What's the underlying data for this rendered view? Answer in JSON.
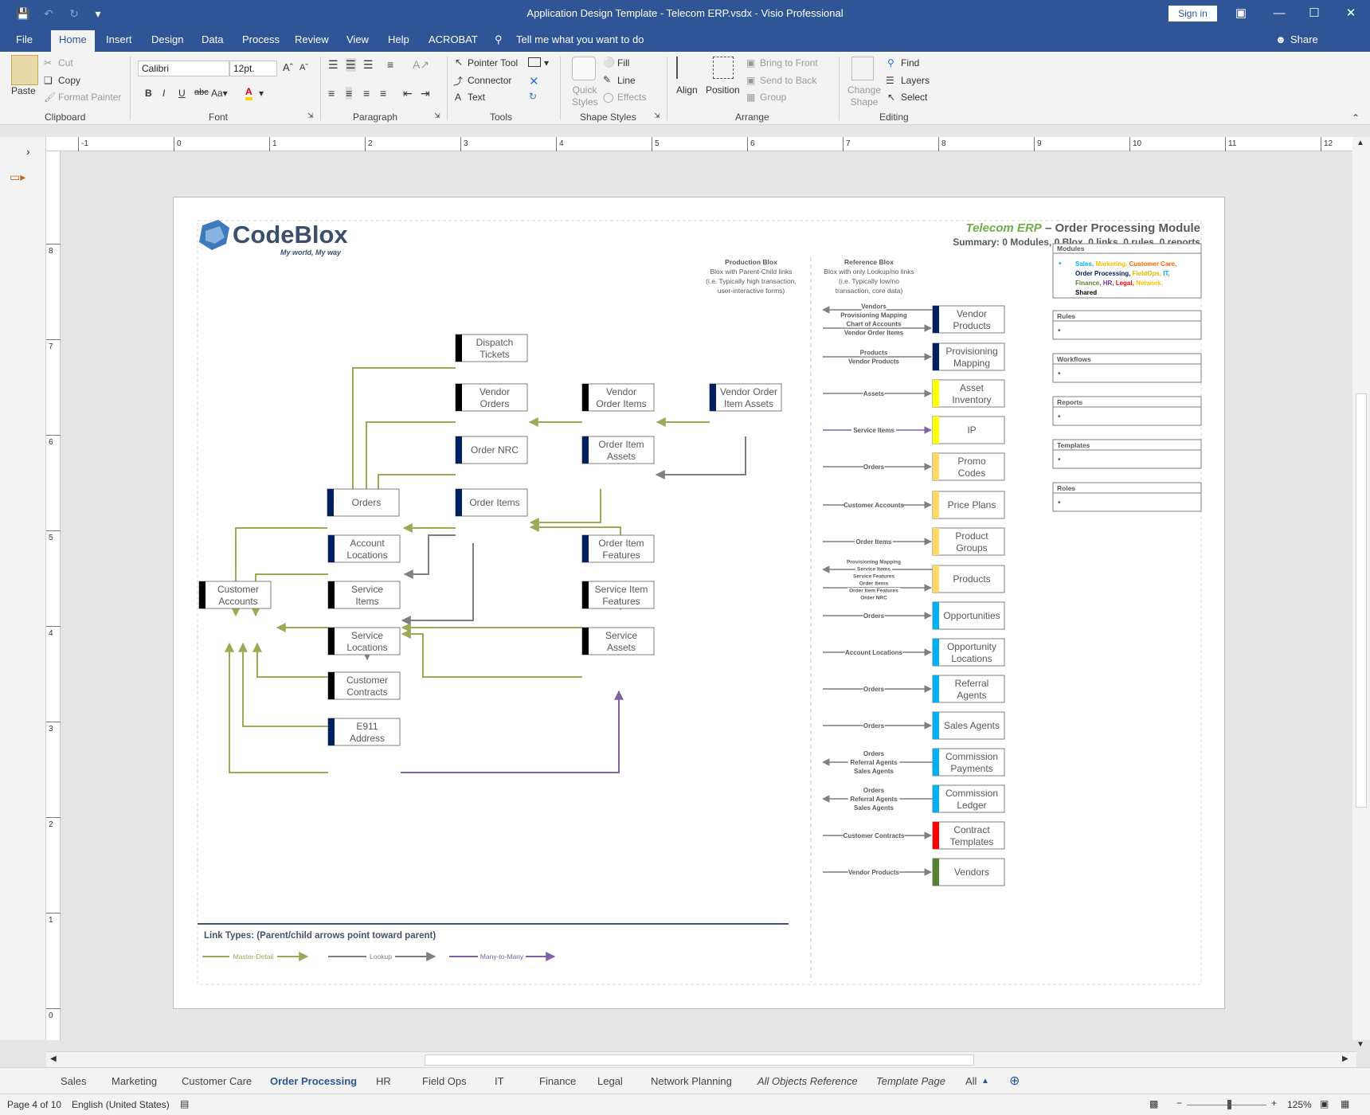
{
  "window": {
    "title": "Application Design Template - Telecom ERP.vsdx - Visio Professional",
    "sign_in": "Sign in",
    "share": "Share"
  },
  "menu": {
    "file": "File",
    "home": "Home",
    "insert": "Insert",
    "design": "Design",
    "data": "Data",
    "process": "Process",
    "review": "Review",
    "view": "View",
    "help": "Help",
    "acrobat": "ACROBAT",
    "tell": "Tell me what you want to do"
  },
  "ribbon": {
    "paste": "Paste",
    "cut": "Cut",
    "copy": "Copy",
    "format_painter": "Format Painter",
    "clipboard": "Clipboard",
    "font_name": "Calibri",
    "font_size": "12pt.",
    "font": "Font",
    "paragraph": "Paragraph",
    "pointer_tool": "Pointer Tool",
    "connector": "Connector",
    "text": "Text",
    "tools": "Tools",
    "quick_styles": "Quick Styles",
    "fill": "Fill",
    "line": "Line",
    "effects": "Effects",
    "shape_styles": "Shape Styles",
    "align": "Align",
    "position": "Position",
    "bring_to_front": "Bring to Front",
    "send_to_back": "Send to Back",
    "group": "Group",
    "arrange": "Arrange",
    "change_shape": "Change Shape",
    "find": "Find",
    "layers": "Layers",
    "select": "Select",
    "editing": "Editing"
  },
  "diagram": {
    "logo": "CodeBlox",
    "tagline": "My world, My way",
    "title_app": "Telecom ERP",
    "title_rest": " – Order Processing Module",
    "summary": "Summary:  0 Modules, 0 Blox, 0 links, 0 rules, 0 reports",
    "production_head": "Production Blox",
    "production_desc1": "Blox with Parent-Child links",
    "production_desc2": "(i.e. Typically high transaction,",
    "production_desc3": "user-interactive forms)",
    "reference_head": "Reference Blox",
    "reference_desc1": "Blox with only Lookup/no links",
    "reference_desc2": "(i.e. Typically low/no",
    "reference_desc3": "transaction, core data)",
    "panels": {
      "modules": "Modules",
      "rules": "Rules",
      "workflows": "Workflows",
      "reports": "Reports",
      "templates": "Templates",
      "roles": "Roles",
      "bullet": "•"
    },
    "modules_list": [
      {
        "t": "Sales",
        "c": "#00b0f0"
      },
      {
        "t": "Marketing",
        "c": "#ffc000"
      },
      {
        "t": "Customer Care",
        "c": "#ff6600"
      },
      {
        "t": "Order Processing",
        "c": "#002060"
      },
      {
        "t": "FieldOps",
        "c": "#e6b800"
      },
      {
        "t": "IT",
        "c": "#00b0f0"
      },
      {
        "t": "Finance",
        "c": "#548235"
      },
      {
        "t": "HR",
        "c": "#7030a0"
      },
      {
        "t": "Legal",
        "c": "#ff0000"
      },
      {
        "t": "Network",
        "c": "#ffc000"
      },
      {
        "t": "Shared",
        "c": "#000000"
      }
    ],
    "link_types_title": "Link Types: (Parent/child arrows point toward parent)",
    "link_master": "Master-Detail",
    "link_lookup": "Lookup",
    "link_many": "Many-to-Many",
    "colors": {
      "master": "#9aaa55",
      "lookup": "#7f7f7f",
      "many": "#7f63a6",
      "navy": "#002060",
      "black": "#000000"
    },
    "production_boxes": [
      {
        "id": "dispatch",
        "l1": "Dispatch",
        "l2": "Tickets",
        "bar": "#000000"
      },
      {
        "id": "vendor_orders",
        "l1": "Vendor",
        "l2": "Orders",
        "bar": "#000000"
      },
      {
        "id": "vendor_order_items",
        "l1": "Vendor",
        "l2": "Order Items",
        "bar": "#000000"
      },
      {
        "id": "vendor_order_item_assets",
        "l1": "Vendor Order",
        "l2": "Item Assets",
        "bar": "#002060"
      },
      {
        "id": "order_nrc",
        "l1": "Order NRC",
        "l2": "",
        "bar": "#002060"
      },
      {
        "id": "order_item_assets",
        "l1": "Order Item",
        "l2": "Assets",
        "bar": "#002060"
      },
      {
        "id": "orders",
        "l1": "Orders",
        "l2": "",
        "bar": "#002060"
      },
      {
        "id": "order_items",
        "l1": "Order Items",
        "l2": "",
        "bar": "#002060"
      },
      {
        "id": "account_locations",
        "l1": "Account",
        "l2": "Locations",
        "bar": "#002060"
      },
      {
        "id": "order_item_features",
        "l1": "Order Item",
        "l2": "Features",
        "bar": "#002060"
      },
      {
        "id": "customer_accounts",
        "l1": "Customer",
        "l2": "Accounts",
        "bar": "#000000"
      },
      {
        "id": "service_items",
        "l1": "Service",
        "l2": "Items",
        "bar": "#000000"
      },
      {
        "id": "service_item_features",
        "l1": "Service Item",
        "l2": "Features",
        "bar": "#000000"
      },
      {
        "id": "service_locations",
        "l1": "Service",
        "l2": "Locations",
        "bar": "#000000"
      },
      {
        "id": "service_assets",
        "l1": "Service",
        "l2": "Assets",
        "bar": "#000000"
      },
      {
        "id": "customer_contracts",
        "l1": "Customer",
        "l2": "Contracts",
        "bar": "#000000"
      },
      {
        "id": "e911",
        "l1": "E911",
        "l2": "Address",
        "bar": "#002060"
      }
    ],
    "reference_boxes": [
      {
        "l1": "Vendor",
        "l2": "Products",
        "bar": "#002060",
        "labels": [
          "Vendors",
          "Provisioning Mapping",
          "Chart of Accounts",
          "Vendor Order Items"
        ],
        "arrows": [
          "in",
          "out"
        ]
      },
      {
        "l1": "Provisioning",
        "l2": "Mapping",
        "bar": "#002060",
        "labels": [
          "Products",
          "Vendor Products"
        ],
        "arrows": [
          "out"
        ]
      },
      {
        "l1": "Asset",
        "l2": "Inventory",
        "bar": "#ffff00",
        "labels": [
          "Assets"
        ],
        "arrows": [
          "out"
        ]
      },
      {
        "l1": "IP",
        "l2": "",
        "bar": "#ffff00",
        "labels": [
          "Service Items"
        ],
        "arrows": [
          "many"
        ]
      },
      {
        "l1": "Promo",
        "l2": "Codes",
        "bar": "#ffd966",
        "labels": [
          "Orders"
        ],
        "arrows": [
          "out"
        ]
      },
      {
        "l1": "Price Plans",
        "l2": "",
        "bar": "#ffd966",
        "labels": [
          "Customer Accounts"
        ],
        "arrows": [
          "out"
        ]
      },
      {
        "l1": "Product",
        "l2": "Groups",
        "bar": "#ffd966",
        "labels": [
          "Order Items"
        ],
        "arrows": [
          "out"
        ]
      },
      {
        "l1": "Products",
        "l2": "",
        "bar": "#ffd966",
        "labels": [
          "Provisioning Mapping",
          "Service Items",
          "Service Features",
          "Order Items",
          "Order Item Features",
          "Order NRC"
        ],
        "arrows": [
          "in",
          "out"
        ]
      },
      {
        "l1": "Opportunities",
        "l2": "",
        "bar": "#00b0f0",
        "labels": [
          "Orders"
        ],
        "arrows": [
          "out"
        ]
      },
      {
        "l1": "Opportunity",
        "l2": "Locations",
        "bar": "#00b0f0",
        "labels": [
          "Account Locations"
        ],
        "arrows": [
          "out"
        ]
      },
      {
        "l1": "Referral",
        "l2": "Agents",
        "bar": "#00b0f0",
        "labels": [
          "Orders"
        ],
        "arrows": [
          "out"
        ]
      },
      {
        "l1": "Sales Agents",
        "l2": "",
        "bar": "#00b0f0",
        "labels": [
          "Orders"
        ],
        "arrows": [
          "out"
        ]
      },
      {
        "l1": "Commission",
        "l2": "Payments",
        "bar": "#00b0f0",
        "labels": [
          "Orders",
          "Referral Agents",
          "Sales Agents"
        ],
        "arrows": [
          "in"
        ]
      },
      {
        "l1": "Commission",
        "l2": "Ledger",
        "bar": "#00b0f0",
        "labels": [
          "Orders",
          "Referral Agents",
          "Sales Agents"
        ],
        "arrows": [
          "in"
        ]
      },
      {
        "l1": "Contract",
        "l2": "Templates",
        "bar": "#ff0000",
        "labels": [
          "Customer Contracts"
        ],
        "arrows": [
          "out"
        ]
      },
      {
        "l1": "Vendors",
        "l2": "",
        "bar": "#548235",
        "labels": [
          "Vendor Products"
        ],
        "arrows": [
          "out"
        ]
      }
    ]
  },
  "tabs": [
    "Sales",
    "Marketing",
    "Customer Care",
    "Order Processing",
    "HR",
    "Field Ops",
    "IT",
    "Finance",
    "Legal",
    "Network Planning",
    "All Objects Reference",
    "Template Page",
    "All"
  ],
  "status": {
    "page": "Page 4 of 10",
    "language": "English (United States)",
    "zoom": "125%"
  },
  "rulers": {
    "h": [
      "-1",
      "0",
      "1",
      "2",
      "3",
      "4",
      "5",
      "6",
      "7",
      "8",
      "9",
      "10",
      "11",
      "12"
    ],
    "v": [
      "8",
      "7",
      "6",
      "5",
      "4",
      "3",
      "2",
      "1",
      "0"
    ]
  }
}
